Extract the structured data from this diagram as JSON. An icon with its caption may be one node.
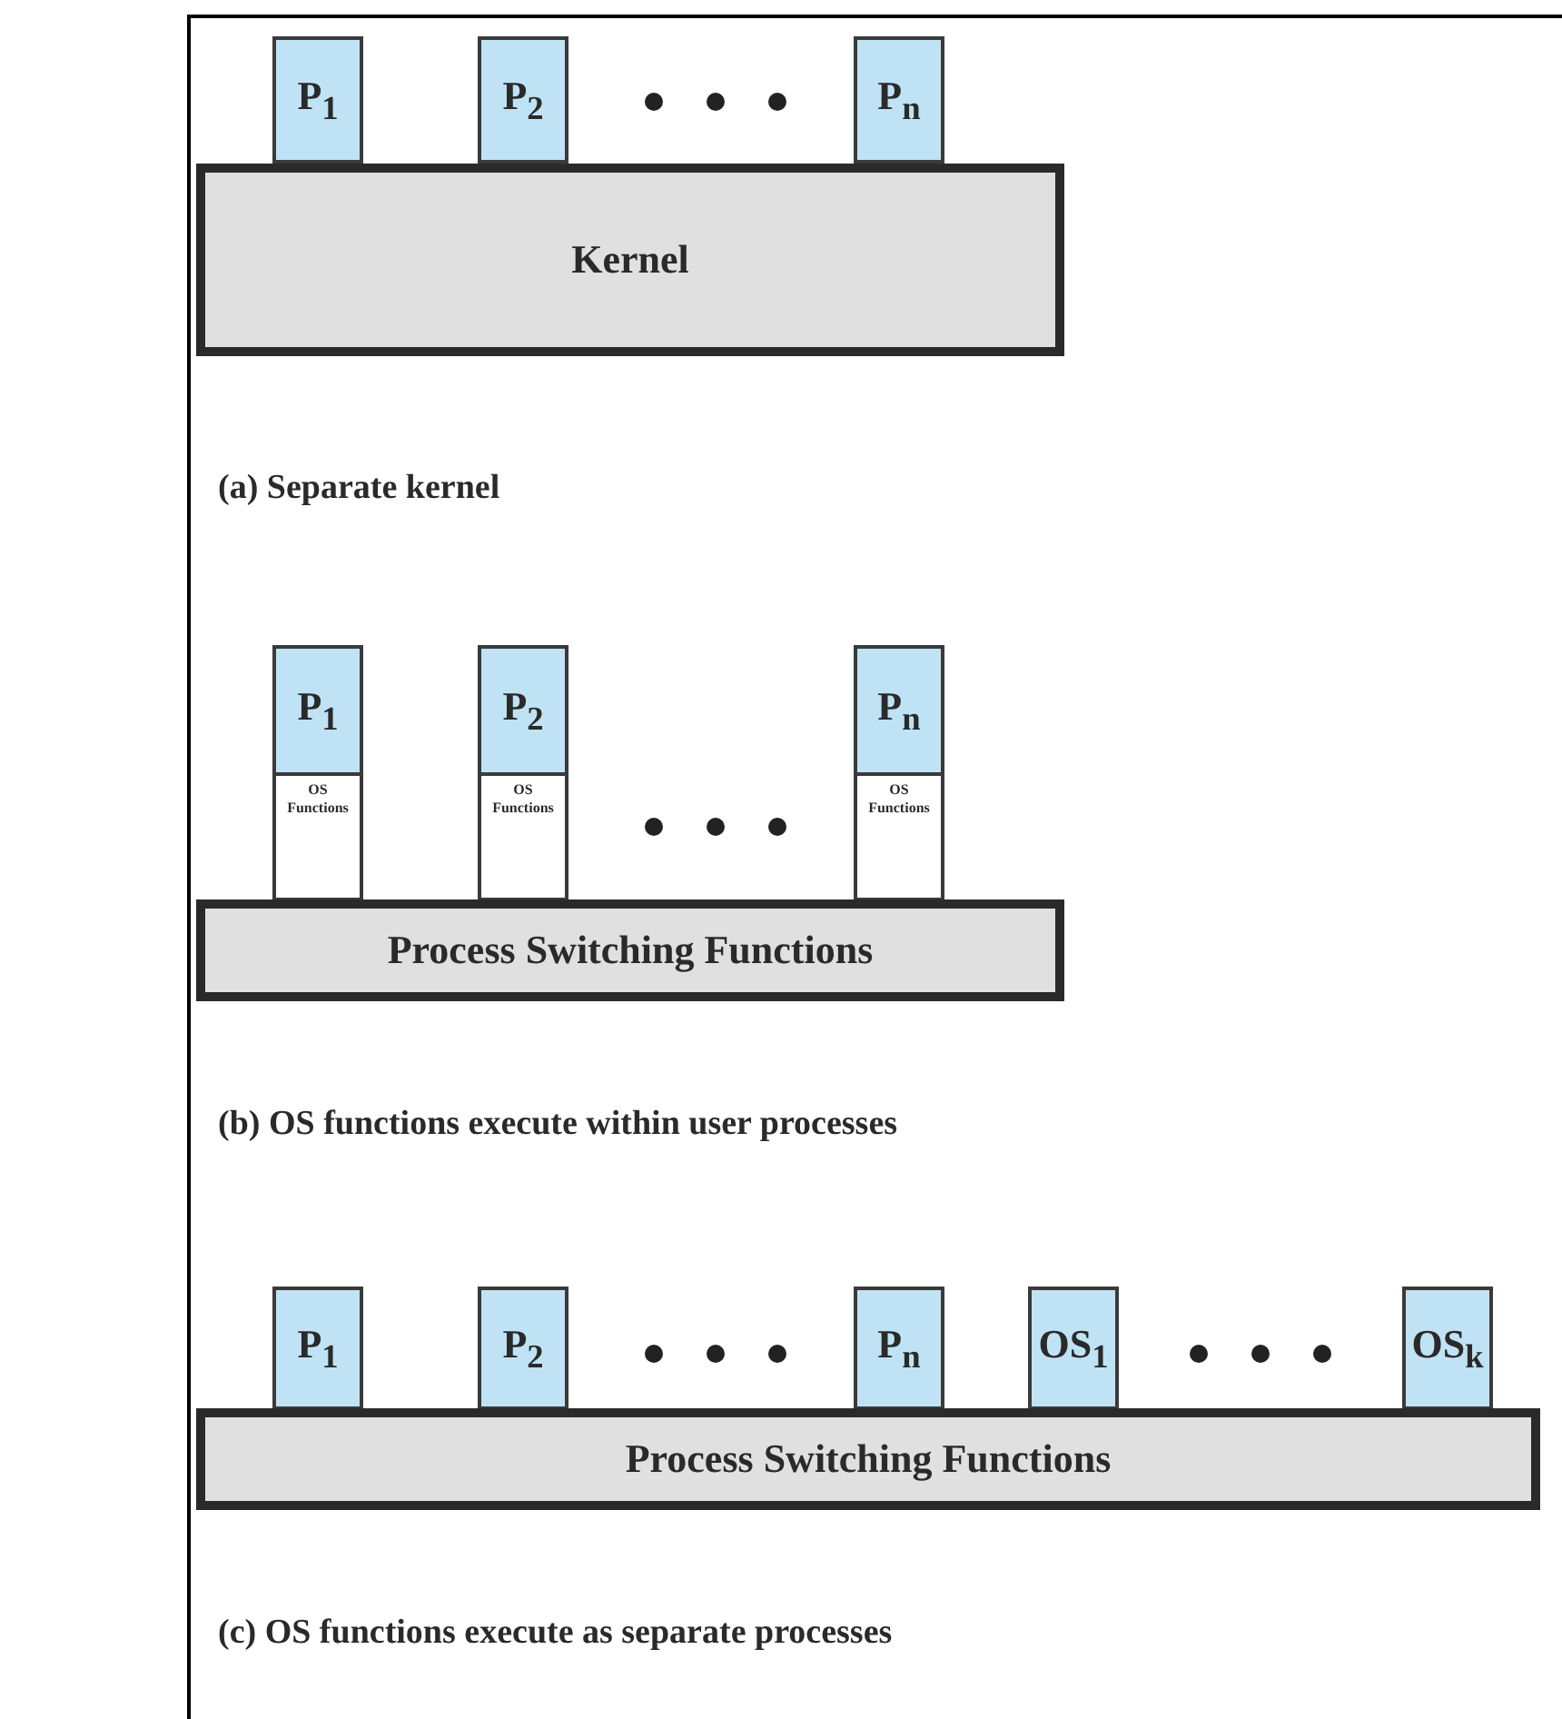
{
  "diagram": {
    "nodes": [
      {
        "text": [
          "P$_{1}$"
        ]
      },
      {
        "text": [
          "P$_{2}$"
        ]
      },
      {
        "text": [
          "P$_{n}$"
        ]
      },
      {
        "text": [
          "Kernel"
        ]
      },
      {
        "text": [
          "P$_{1}$",
          "OS Functions"
        ]
      },
      {
        "text": [
          "P$_{2}$",
          "OS Functions"
        ]
      },
      {
        "text": [
          "P$_{n}$",
          "OS Functions"
        ]
      },
      {
        "text": [
          "Process Switching Functions"
        ]
      },
      {
        "text": [
          "P$_{1}$"
        ]
      },
      {
        "text": [
          "P$_{2}$"
        ]
      },
      {
        "text": [
          "P$_{n}$"
        ]
      },
      {
        "text": [
          "OS$_{1}$"
        ]
      },
      {
        "text": [
          "OS$_{k}$"
        ]
      },
      {
        "text": [
          "Process Switching Functions"
        ]
      }
    ],
    "labels": [
      "(a) Separate kernel",
      "(b) OS functions execute within user processes",
      "(c) OS functions execute as separate processes"
    ]
  }
}
